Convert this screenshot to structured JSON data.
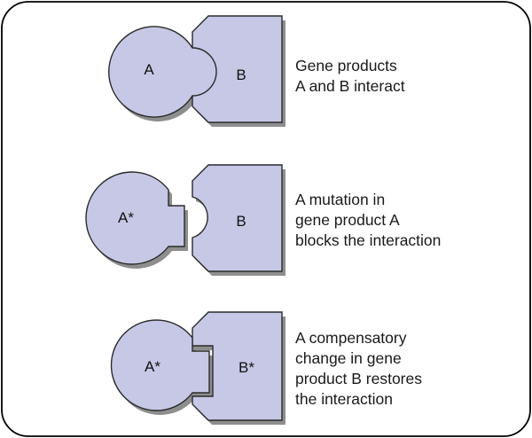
{
  "panels": [
    {
      "protein_a_label": "A",
      "protein_b_label": "B",
      "caption_lines": [
        "Gene products",
        "A and B interact"
      ]
    },
    {
      "protein_a_label": "A*",
      "protein_b_label": "B",
      "caption_lines": [
        "A mutation in",
        "gene product A",
        "blocks the interaction"
      ]
    },
    {
      "protein_a_label": "A*",
      "protein_b_label": "B*",
      "caption_lines": [
        "A compensatory",
        "change in gene",
        "product B restores",
        "the interaction"
      ]
    }
  ],
  "colors": {
    "protein_fill": "#c7c8e6",
    "outline": "#2a2a2a",
    "shadow": "#8e8e8e",
    "frame": "#000000"
  }
}
